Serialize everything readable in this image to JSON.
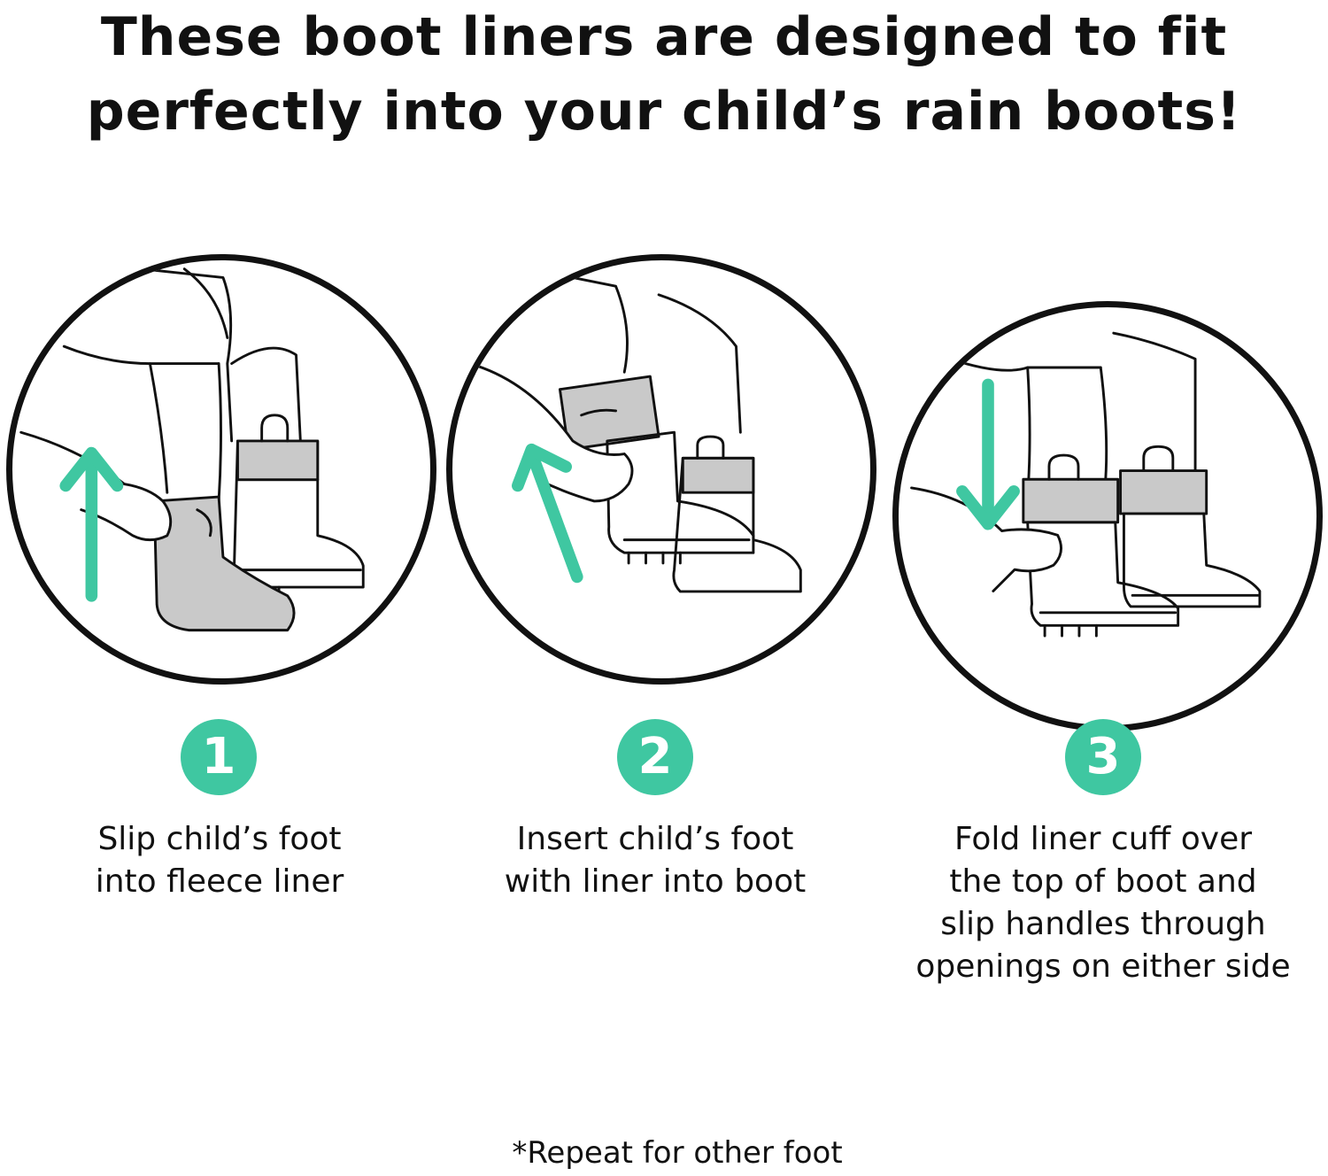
{
  "headline": {
    "line1": "These boot liners are designed to fit",
    "line2": "perfectly into your child’s rain boots!"
  },
  "colors": {
    "accent": "#3fc7a1",
    "outline": "#111111",
    "liner_gray": "#c9c9c9"
  },
  "steps": [
    {
      "number": "1",
      "caption_lines": [
        "Slip child’s foot",
        "into fleece liner"
      ],
      "arrow_icon": "arrow-up-icon"
    },
    {
      "number": "2",
      "caption_lines": [
        "Insert child’s foot",
        "with liner into boot"
      ],
      "arrow_icon": "arrow-up-icon"
    },
    {
      "number": "3",
      "caption_lines": [
        "Fold liner cuff over",
        "the top of boot and",
        "slip handles through",
        "openings on either side"
      ],
      "arrow_icon": "arrow-down-icon"
    }
  ],
  "footnote": "*Repeat for other foot"
}
